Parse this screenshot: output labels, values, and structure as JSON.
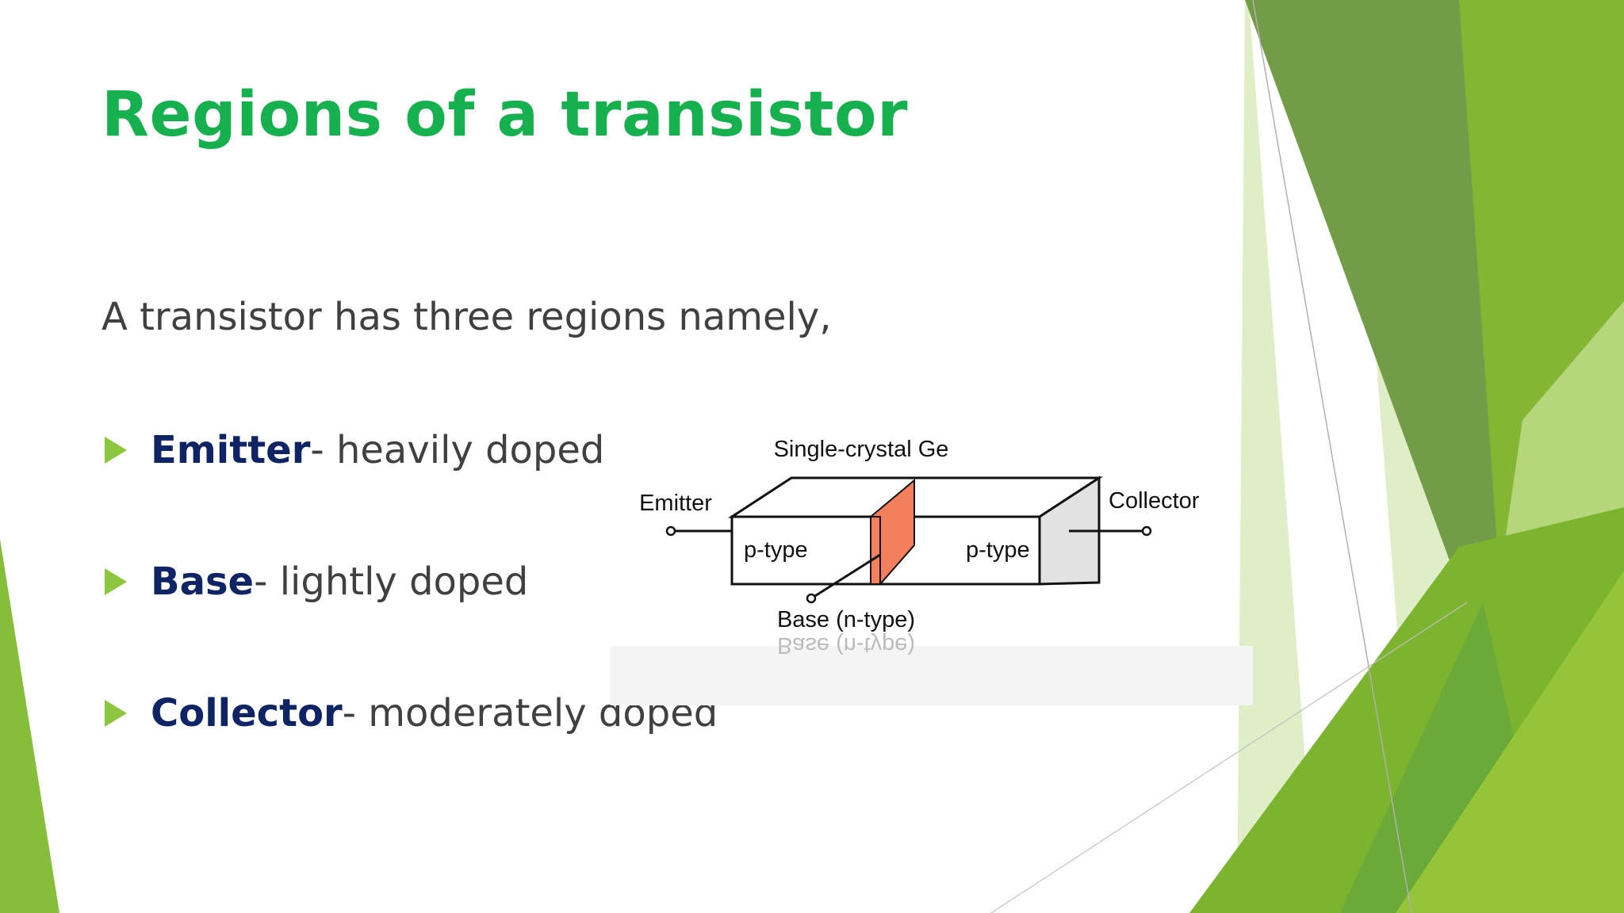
{
  "slide": {
    "title": "Regions of a transistor",
    "intro": "A transistor has three regions namely,",
    "bullets": [
      {
        "term": "Emitter",
        "desc": "- heavily doped"
      },
      {
        "term": "Base",
        "desc": "- lightly doped"
      },
      {
        "term": "Collector",
        "desc": "- moderately doped"
      }
    ]
  },
  "diagram": {
    "label_top": "Single-crystal Ge",
    "label_emitter": "Emitter",
    "label_collector": "Collector",
    "label_left_region": "p-type",
    "label_right_region": "p-type",
    "label_base": "Base (n-type)"
  },
  "colors": {
    "title": "#16b04e",
    "body_text": "#404040",
    "term_text": "#0f2464",
    "bullet_marker": "#8cc63f",
    "base_slab": "#f37f5d",
    "green_dark": "#6a9a45",
    "green_mid": "#8bbc35",
    "green_light": "#d5e7b4"
  },
  "icons": {
    "bullet_marker": "green-triangle-right-icon"
  }
}
